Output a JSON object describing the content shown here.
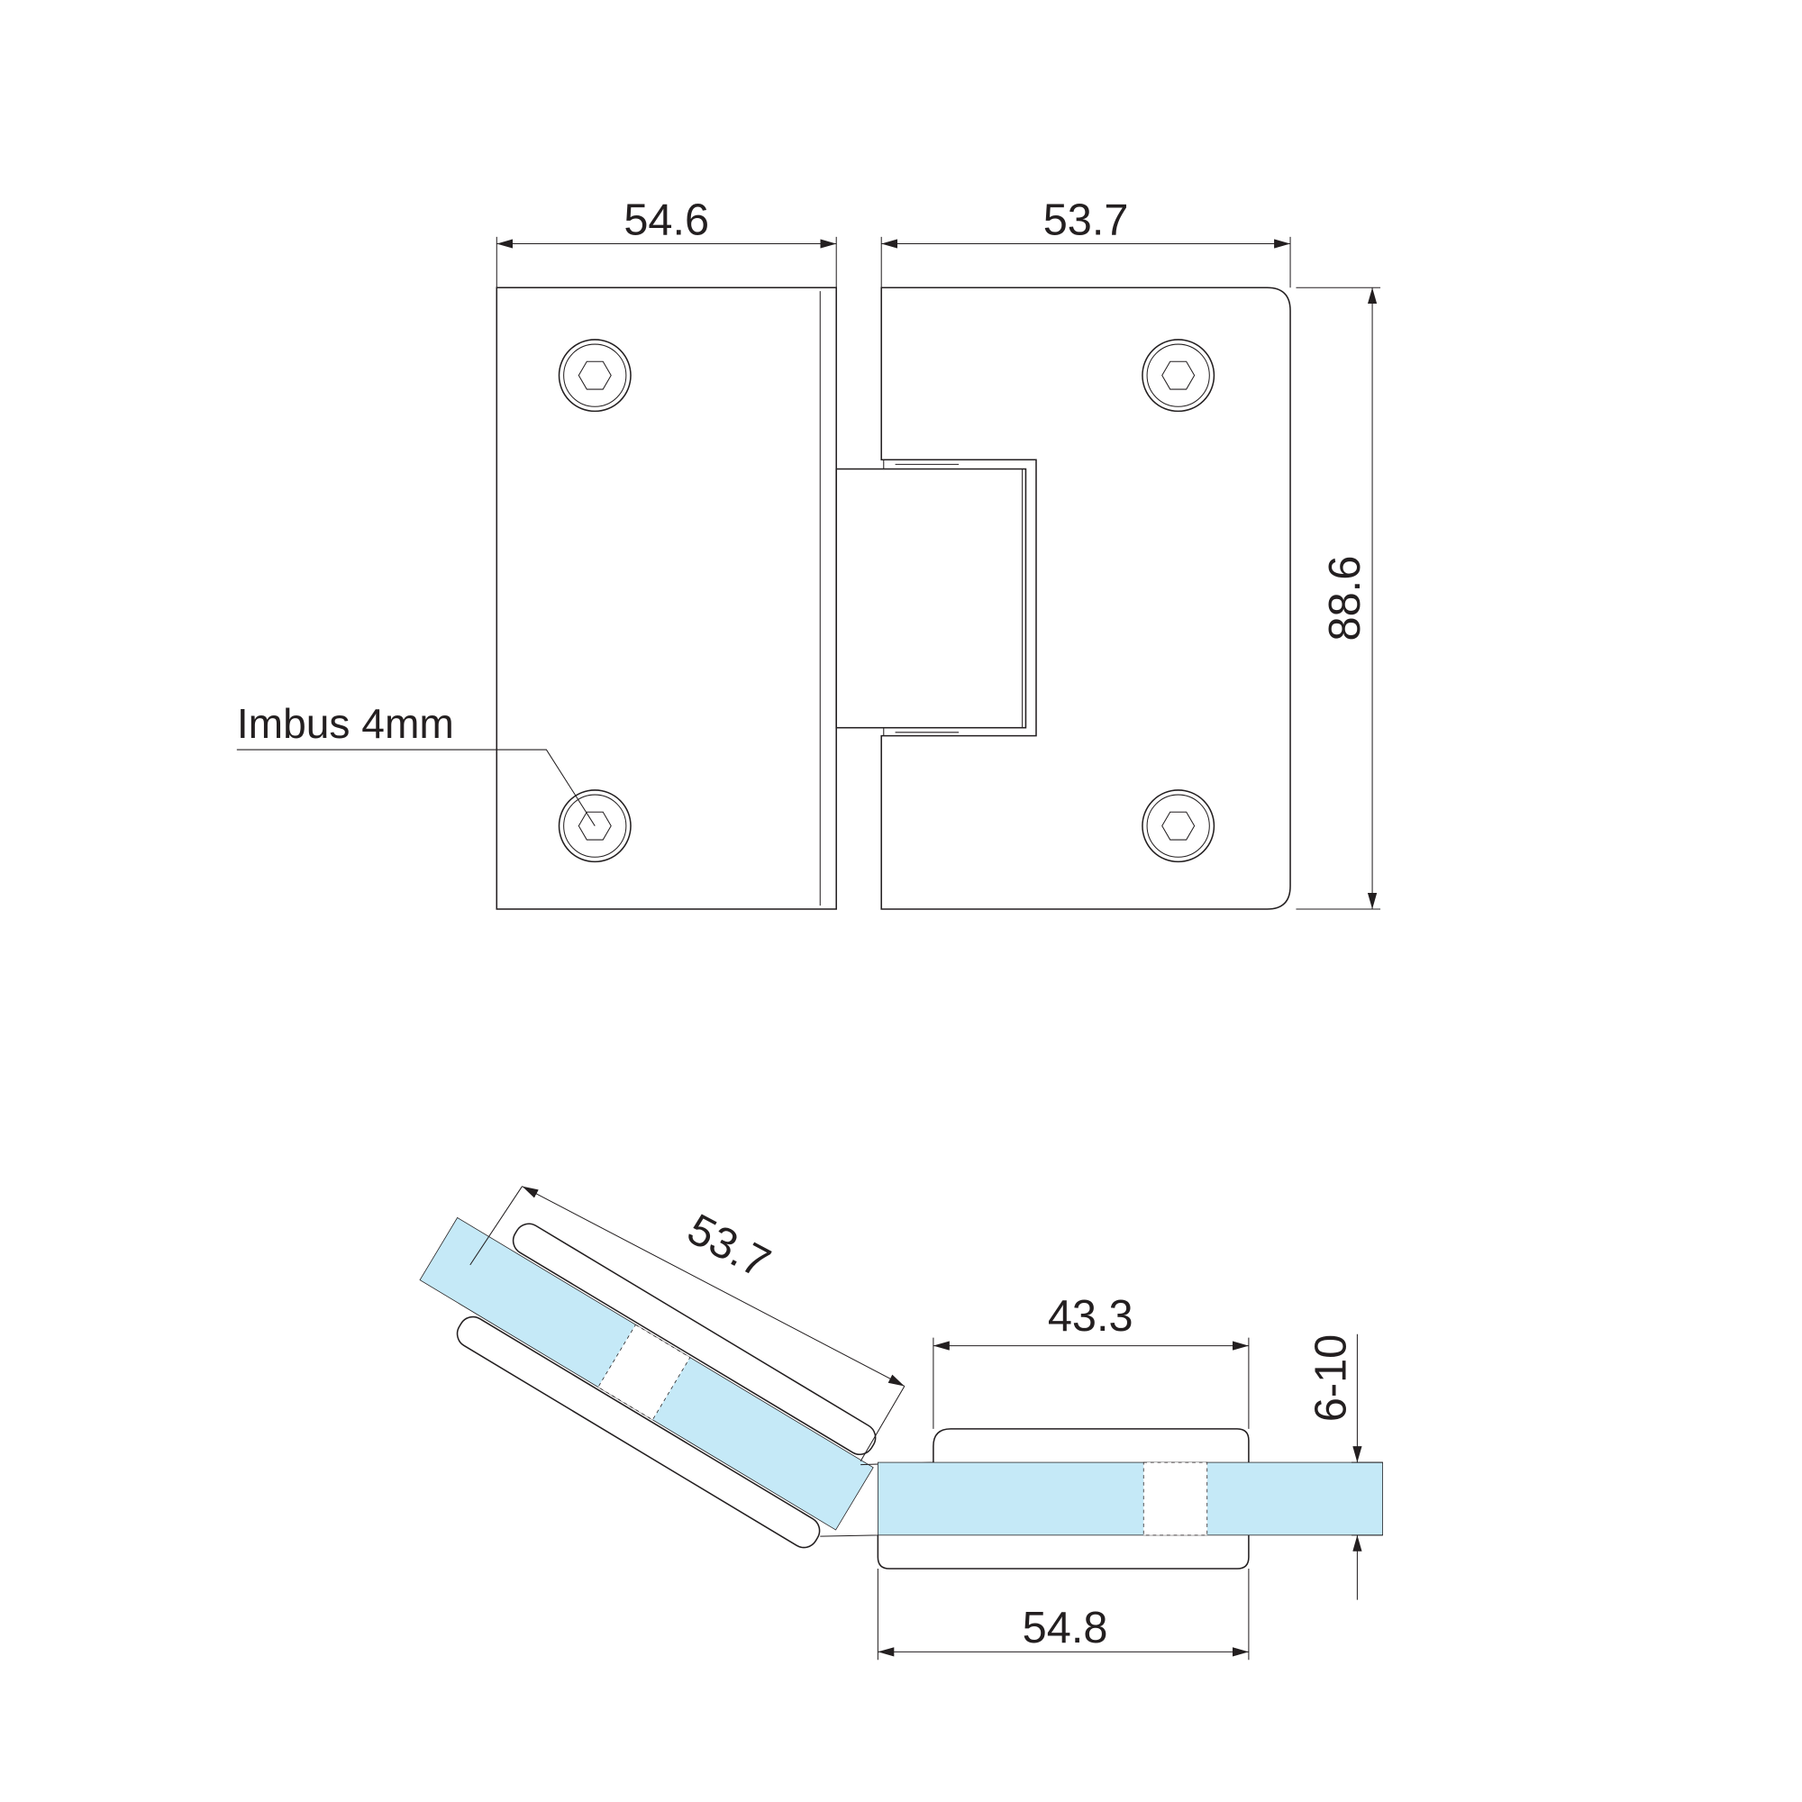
{
  "top_view": {
    "dim_left_width": "54.6",
    "dim_right_width": "53.7",
    "dim_height": "88.6",
    "screw_label": "Imbus 4mm"
  },
  "side_view": {
    "dim_angled_plate": "53.7",
    "dim_clamp_top": "43.3",
    "dim_clamp_bottom": "54.8",
    "dim_glass_thickness": "6-10"
  },
  "colors": {
    "glass": "#c5e9f7",
    "line": "#231f20"
  }
}
